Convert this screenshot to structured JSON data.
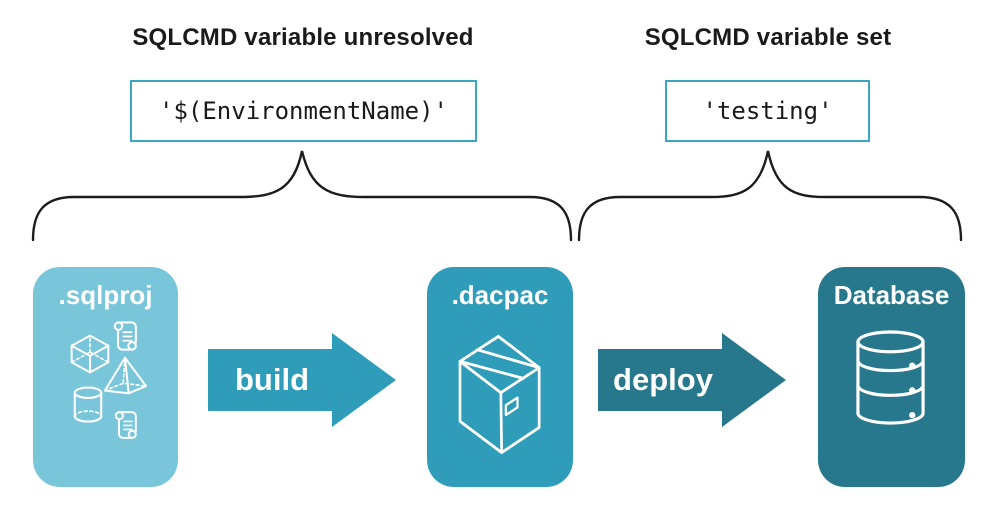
{
  "annotations": {
    "unresolved": {
      "heading": "SQLCMD variable unresolved",
      "code": "'$(EnvironmentName)'"
    },
    "resolved": {
      "heading": "SQLCMD variable set",
      "code": "'testing'"
    }
  },
  "pipeline": {
    "nodes": [
      {
        "label": ".sqlproj",
        "color": "#79c6db",
        "icon": "sql-objects-icon"
      },
      {
        "label": ".dacpac",
        "color": "#2f9dba",
        "icon": "package-icon"
      },
      {
        "label": "Database",
        "color": "#27788c",
        "icon": "database-icon"
      }
    ],
    "arrows": [
      {
        "label": "build",
        "color": "#2f9dba"
      },
      {
        "label": "deploy",
        "color": "#27788c"
      }
    ]
  },
  "colors": {
    "background": "#ffffff",
    "code_box_border": "#3ba5c3",
    "heading_text": "#1a1a1a",
    "brace_stroke": "#1c1c1c",
    "icon_stroke": "#ffffff"
  }
}
